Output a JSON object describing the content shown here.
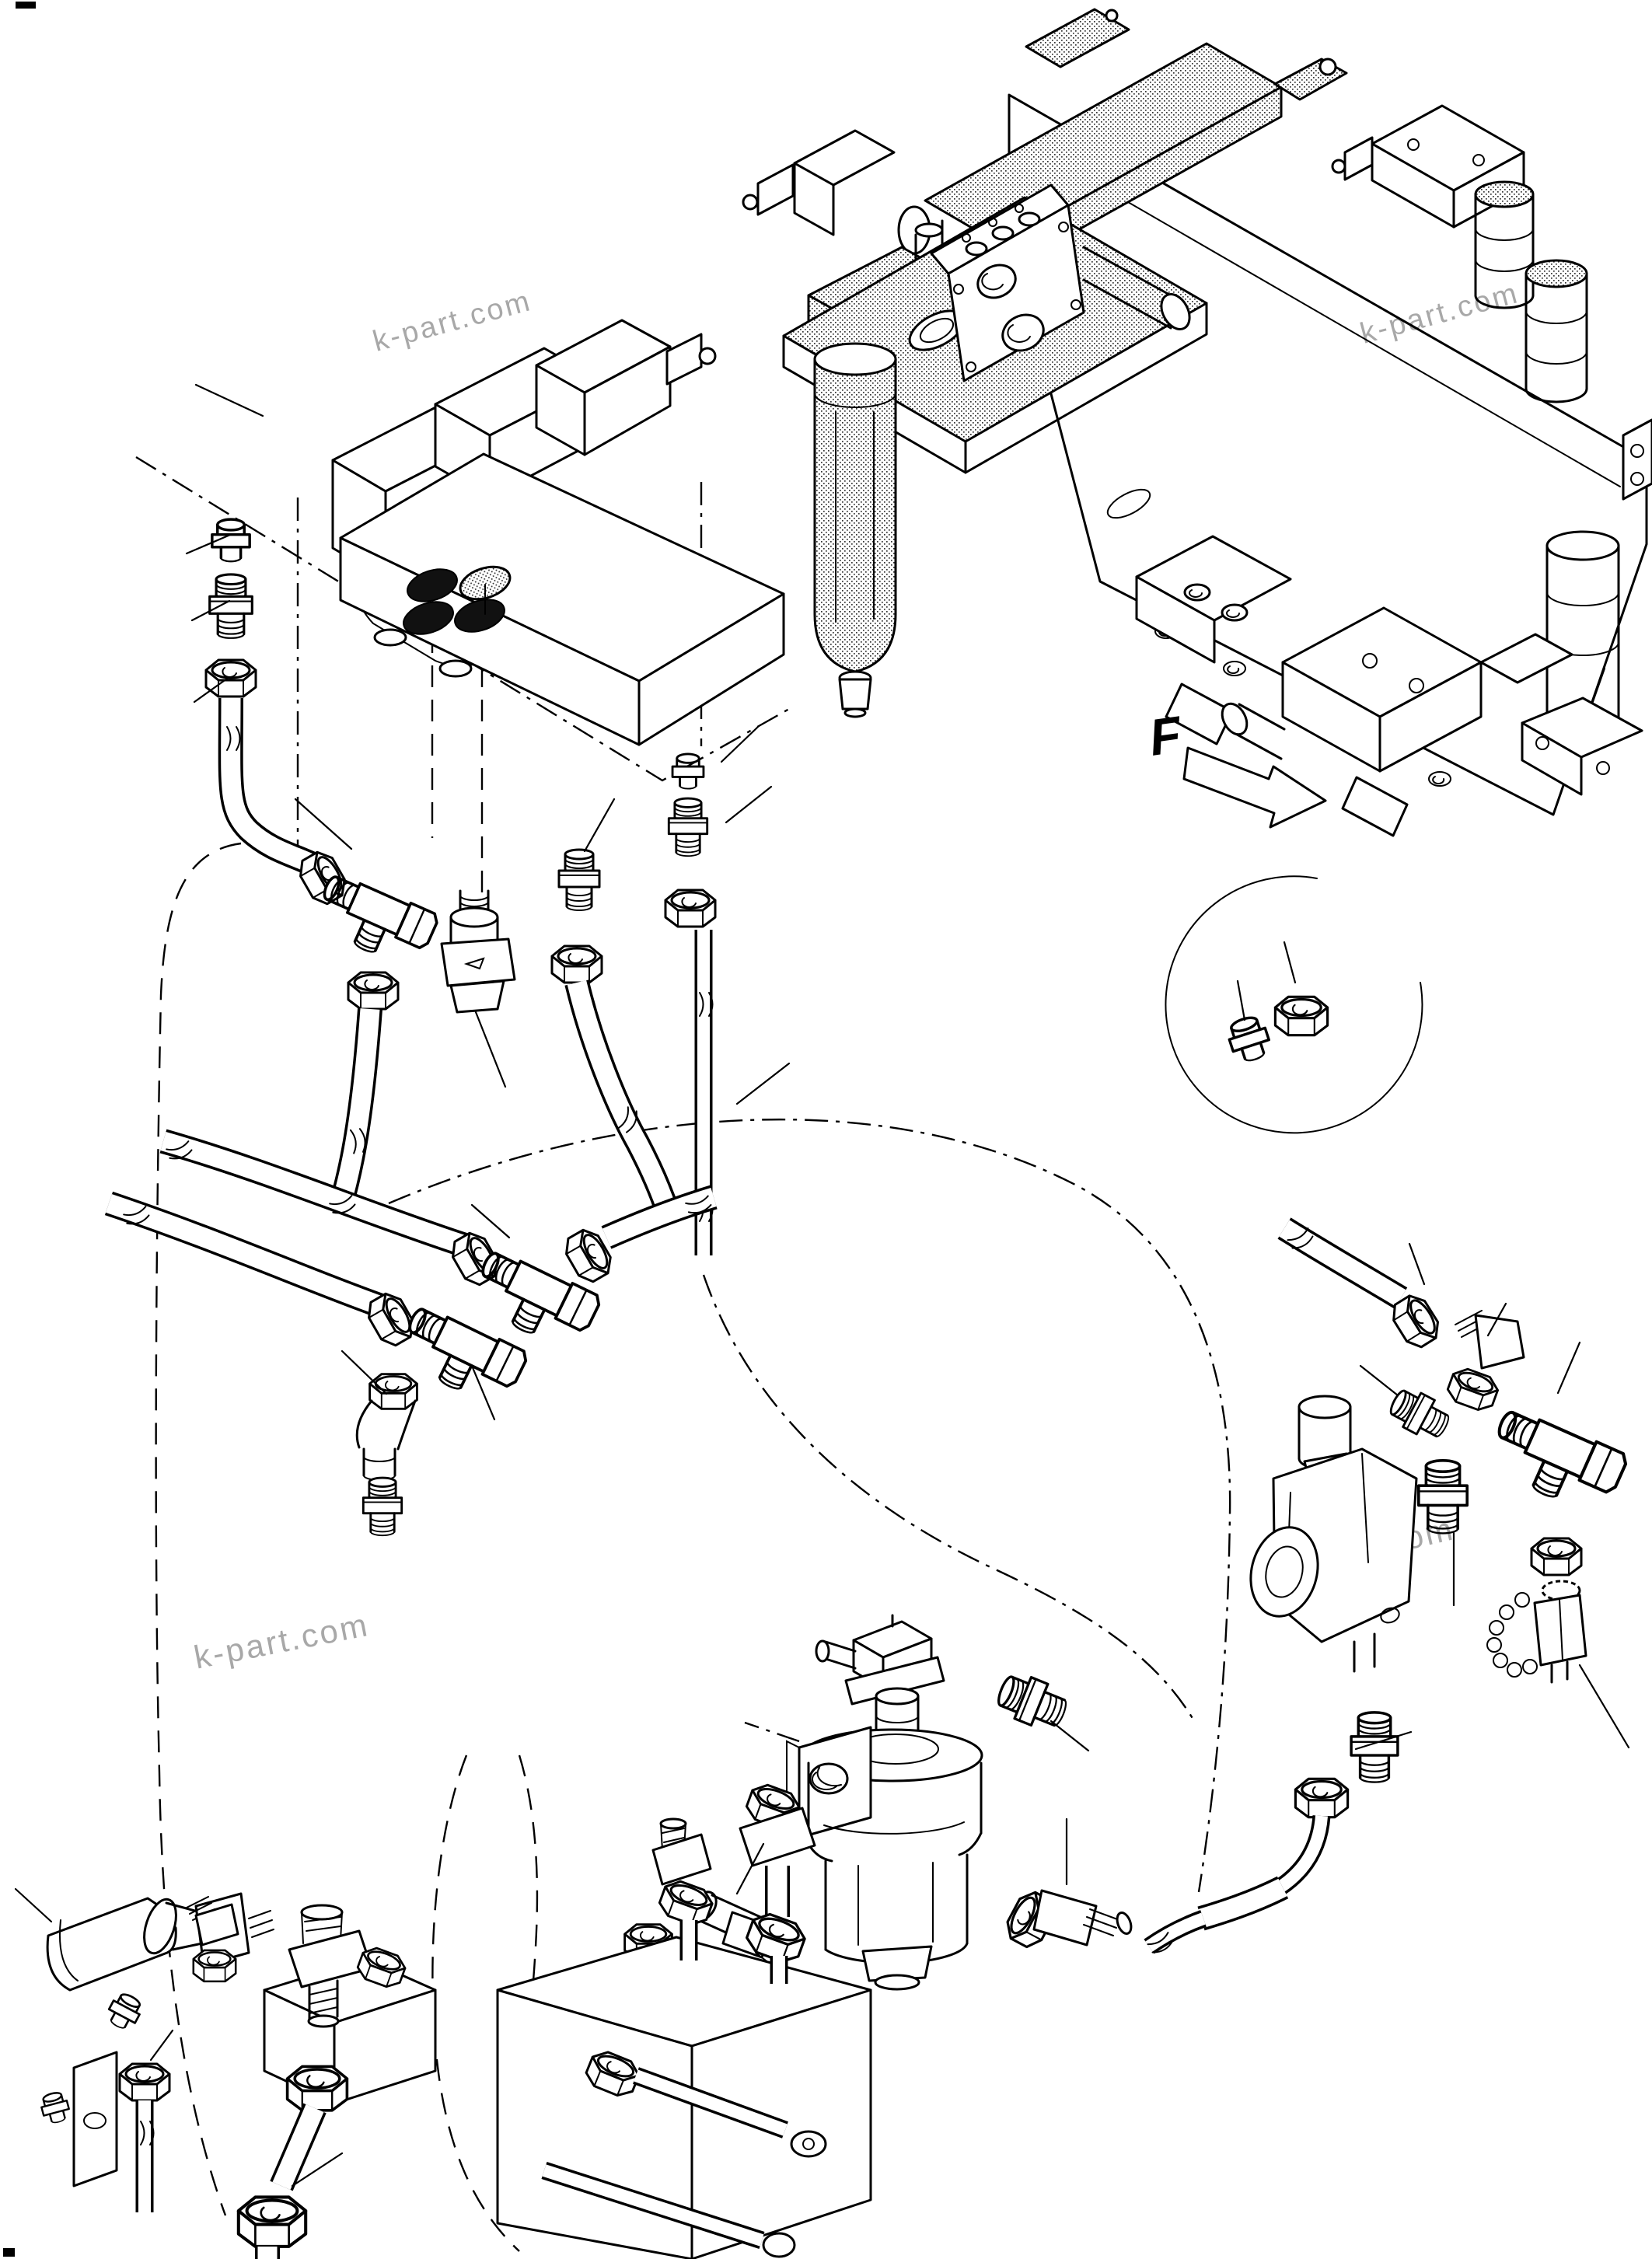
{
  "diagram": {
    "type": "exploded-parts-diagram",
    "subject": "hydraulic-piping-assembly",
    "view_label": "F",
    "watermark": {
      "text": "k-part.com",
      "count": 4
    },
    "colors": {
      "background": "#ffffff",
      "line": "#000000",
      "watermark": "#9a9a9a",
      "port_fill": "#111111"
    },
    "components": [
      "main-valve-assembly-overview",
      "solenoid-valve",
      "air-filter-lubricator",
      "pilot-valve-with-solenoid",
      "port-manifold-with-plugs",
      "threaded-plug",
      "straight-nipple",
      "union-nut",
      "hydraulic-hose",
      "steel-pipe",
      "tee-fitting",
      "check-valve",
      "elbow-fitting",
      "detail-plug-and-nut",
      "relief-valve",
      "test-coupling-with-cap-chain",
      "return-filter",
      "bottom-manifold-block",
      "cartridge-valve",
      "elbow-hose"
    ]
  }
}
